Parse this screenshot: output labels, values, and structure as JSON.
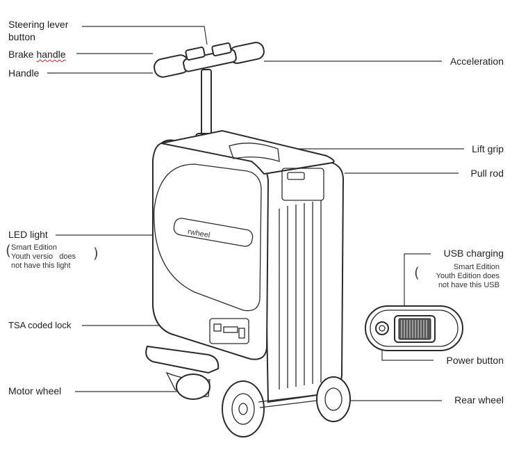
{
  "labels": {
    "steering_lever_1": "Steering lever",
    "steering_lever_2": "button",
    "brake_1": "Brake ",
    "brake_2": "handle",
    "handle": "Handle",
    "acceleration": "Acceleration",
    "lift_grip": "Lift grip",
    "pull_rod": "Pull rod",
    "led_light": "LED light",
    "led_note_1": "Smart Edition",
    "led_note_2": "Youth versio",
    "led_note_2b": "does",
    "led_note_3": "not have this light",
    "usb_charging": "USB charging",
    "usb_note_1": "Smart Edition",
    "usb_note_2": "Youth Edition does",
    "usb_note_3": "not have this USB",
    "tsa_lock": "TSA coded lock",
    "power_button": "Power button",
    "motor_wheel": "Motor wheel",
    "rear_wheel": "Rear wheel"
  },
  "brand_logo": "rwheel",
  "parens": {
    "open": "(",
    "close": ")"
  },
  "icons": [
    "scooter-suitcase-illustration",
    "usb-power-panel-illustration"
  ]
}
